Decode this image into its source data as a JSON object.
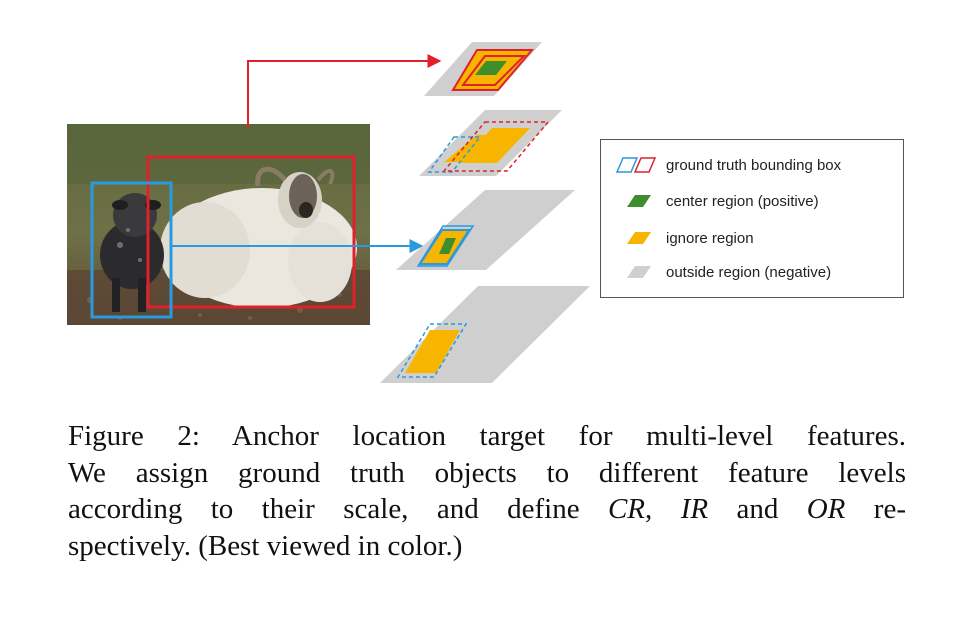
{
  "legend": {
    "items": [
      {
        "label": "ground truth bounding box",
        "icon": "dual-outline-parallelogram-icon",
        "colors": [
          "#2a9ae0",
          "#e0202a"
        ]
      },
      {
        "label": "center region (positive)",
        "icon": "green-parallelogram-icon",
        "color": "#3e8e2e"
      },
      {
        "label": "ignore region",
        "icon": "orange-parallelogram-icon",
        "color": "#f7b500"
      },
      {
        "label": "outside region (negative)",
        "icon": "gray-parallelogram-icon",
        "color": "#cfcfcf"
      }
    ]
  },
  "caption": {
    "label": "Figure 2:",
    "line1": " Anchor location target for multi-level features.",
    "line2": "We assign ground truth objects to different feature levels",
    "line3_pre": "according to their scale, and define ",
    "cr": "CR",
    "comma": ", ",
    "ir": "IR",
    "and": " and ",
    "or": "OR",
    "line3_post": " re-",
    "line4": "spectively. (Best viewed in color.)"
  },
  "colors": {
    "red": "#e0202a",
    "blue": "#2a9ae0",
    "green": "#3e8e2e",
    "orange": "#f7b500",
    "gray": "#cfcfcf"
  }
}
